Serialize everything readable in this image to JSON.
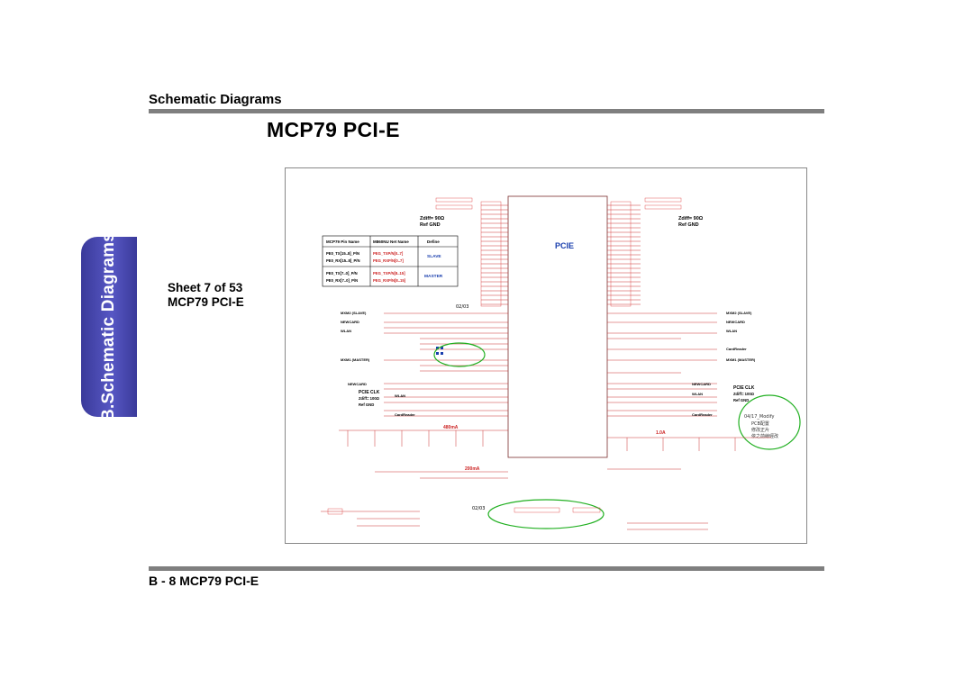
{
  "side_tab": {
    "label": "B.Schematic Diagrams"
  },
  "header": {
    "section": "Schematic Diagrams",
    "title": "MCP79 PCI-E"
  },
  "sheet": {
    "line1": "Sheet 7 of 53",
    "line2": "MCP79 PCI-E"
  },
  "footer": {
    "page_label": "B - 8  MCP79 PCI-E"
  },
  "schematic": {
    "block_label": "PCIE",
    "zdiff_left": "Zdiff= 90Ω",
    "zdiff_right": "Zdiff= 90Ω",
    "ref_gnd": "Ref GND",
    "table": {
      "headers": [
        "MCP79 Pin Name",
        "M860NU Net Name",
        "Define"
      ],
      "rows": [
        [
          "PE0_TX[15..8]_P/N",
          "PEG_TXP/N[0..7]",
          "SLAVE"
        ],
        [
          "PE0_RX[15..8]_P/N",
          "PEG_RXP/N[0..7]",
          ""
        ],
        [
          "PE0_TX[7..0]_P/N",
          "PEG_TXP/N[8..15]",
          "MASTER"
        ],
        [
          "PE0_RX[7..0]_P/N",
          "PEG_RXP/N[8..15]",
          ""
        ]
      ]
    },
    "left_labels": [
      "MXM2 (SLAVE)",
      "NEWCARD",
      "WLAN",
      "MXM1 (MASTER)"
    ],
    "right_labels": [
      "MXM2 (SLAVE)",
      "NEWCARD",
      "WLAN",
      "CardReader",
      "MXM1 (MASTER)"
    ],
    "pcie_clk_left": {
      "title": "PCIE CLK",
      "zdiff": "Zdiff= 100Ω",
      "ref": "Ref GND",
      "labels": [
        "NEWCARD",
        "WLAN",
        "CardReader"
      ]
    },
    "pcie_clk_right": {
      "title": "PCIE CLK",
      "zdiff": "Zdiff= 100Ω",
      "ref": "Ref GND",
      "labels": [
        "NEWCARD",
        "WLAN",
        "CardReader"
      ]
    },
    "current_1": "480mA",
    "current_2": "200mA",
    "current_3": "1.0A",
    "date_1": "02/03",
    "date_2": "02/03",
    "note_date": "04/17_Modify",
    "note_lines": [
      "PCB配置",
      "修改正片",
      "依之前線經改"
    ]
  }
}
